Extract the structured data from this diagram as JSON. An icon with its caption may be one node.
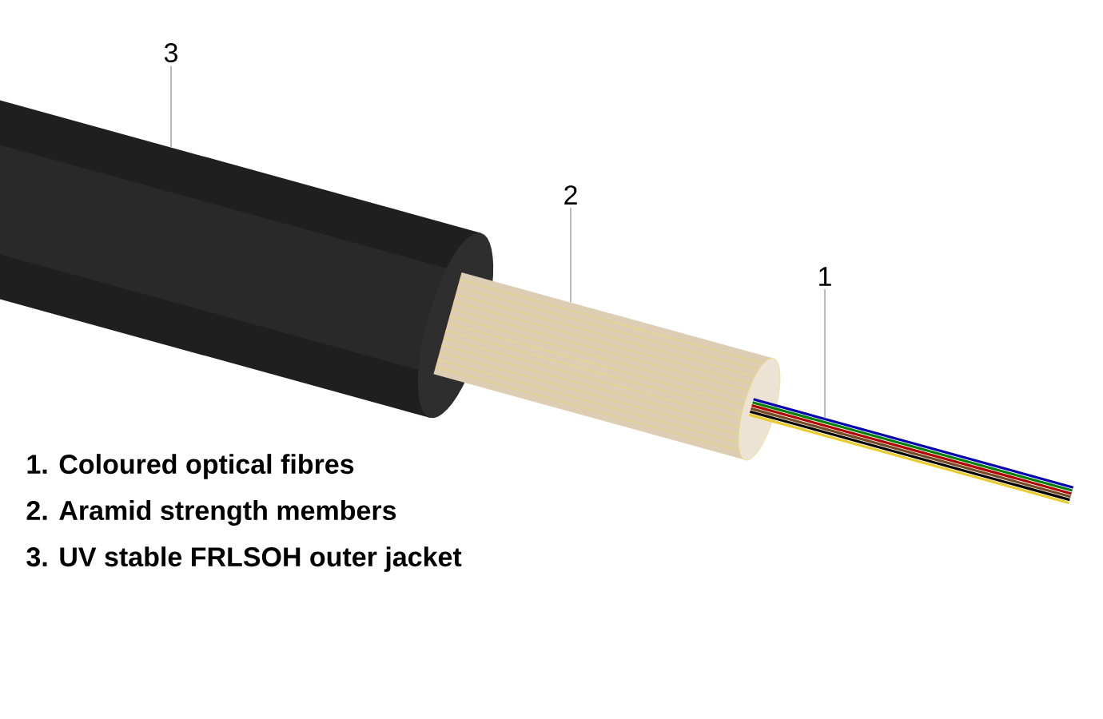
{
  "diagram": {
    "nodes": [
      {
        "text": [
          "3"
        ]
      },
      {
        "text": [
          "2"
        ]
      },
      {
        "text": [
          "1"
        ]
      },
      {
        "text": [],
        "shape": "cylinder"
      },
      {
        "text": [],
        "shape": "cylinder"
      },
      {
        "text": [],
        "shape": "bar"
      }
    ],
    "edges": [
      {
        "from": 0,
        "to": 3,
        "arrow": "none"
      },
      {
        "from": 1,
        "to": 4,
        "arrow": "none"
      },
      {
        "from": 2,
        "to": 5,
        "arrow": "none"
      }
    ],
    "labels": [
      "1. Coloured optical fibres",
      "2. Aramid strength members",
      "3. UV stable FRLSOH outer jacket"
    ]
  }
}
